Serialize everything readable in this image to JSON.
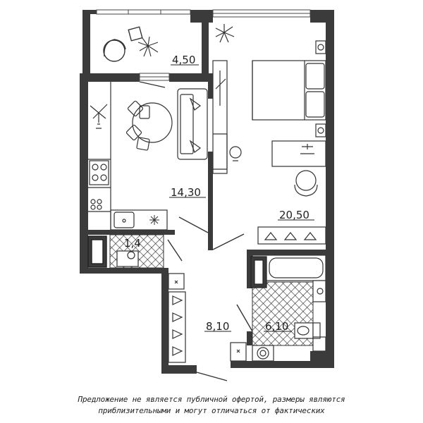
{
  "rooms": {
    "balcony": {
      "area": "4,50"
    },
    "kitchen": {
      "area": "14,30"
    },
    "bedroom": {
      "area": "20,50"
    },
    "hallway": {
      "area": "8,10"
    },
    "bathroom": {
      "area": "6,10"
    },
    "wc": {
      "area": "1,4"
    }
  },
  "disclaimer": {
    "line1": "Предложение не является публичной офертой, размеры являются",
    "line2": "приблизительными и могут отличаться от фактических"
  },
  "colors": {
    "wall": "#3b3b3b",
    "line": "#444444",
    "background": "#ffffff"
  }
}
